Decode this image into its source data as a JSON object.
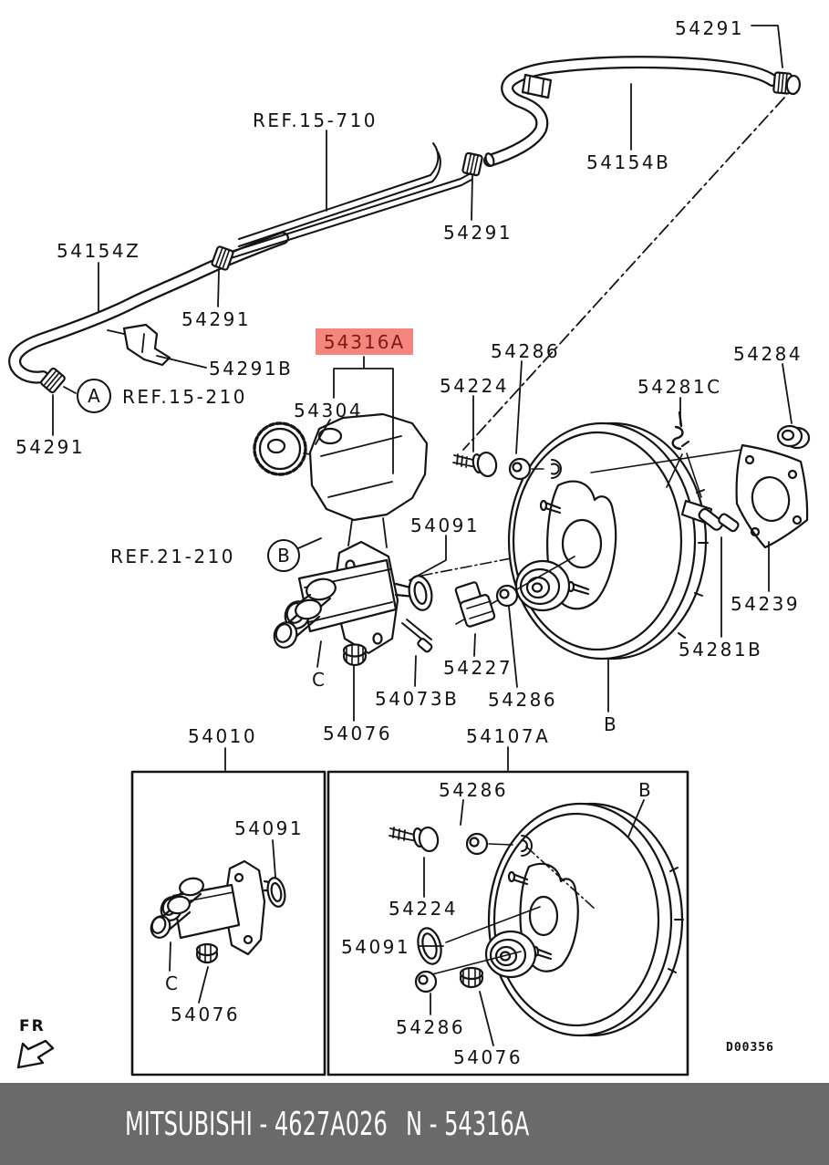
{
  "diagram": {
    "highlight": {
      "text": "54316A",
      "bg_color": "#f4867f",
      "text_color": "#7c1b13"
    },
    "circles": [
      {
        "text": "A"
      },
      {
        "text": "B"
      }
    ],
    "labels": [
      {
        "text": "54291"
      },
      {
        "text": "REF.15-710"
      },
      {
        "text": "54154B"
      },
      {
        "text": "54291"
      },
      {
        "text": "54154Z"
      },
      {
        "text": "54291"
      },
      {
        "text": "54291B"
      },
      {
        "text": "REF.15-210"
      },
      {
        "text": "54286"
      },
      {
        "text": "54284"
      },
      {
        "text": "54224"
      },
      {
        "text": "54281C"
      },
      {
        "text": "54304"
      },
      {
        "text": "54291"
      },
      {
        "text": "54091"
      },
      {
        "text": "REF.21-210"
      },
      {
        "text": "54239"
      },
      {
        "text": "54281B"
      },
      {
        "text": "54227"
      },
      {
        "text": "54073B"
      },
      {
        "text": "54286"
      },
      {
        "text": "C"
      },
      {
        "text": "B"
      },
      {
        "text": "54076"
      },
      {
        "text": "54010"
      },
      {
        "text": "54107A"
      },
      {
        "text": "54286"
      },
      {
        "text": "B"
      },
      {
        "text": "54091"
      },
      {
        "text": "54224"
      },
      {
        "text": "54091"
      },
      {
        "text": "C"
      },
      {
        "text": "54076"
      },
      {
        "text": "54286"
      },
      {
        "text": "54076"
      },
      {
        "text": "FR"
      },
      {
        "text": "D00356"
      }
    ]
  },
  "footer": {
    "brand_part": "MITSUBISHI - 4627A026",
    "catalog_part": "N - 54316A",
    "bg_color": "#6a6a6a"
  }
}
